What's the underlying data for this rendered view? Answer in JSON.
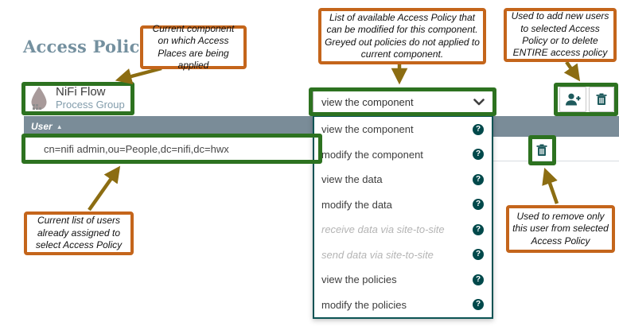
{
  "page": {
    "title": "Access Policies"
  },
  "component": {
    "name": "NiFi Flow",
    "type": "Process Group",
    "icon": "nifi-drop-icon"
  },
  "policy_select": {
    "selected": "view the component",
    "chevron_icon": "chevron-down-icon"
  },
  "policy_options": [
    {
      "label": "view the component",
      "enabled": true
    },
    {
      "label": "modify the component",
      "enabled": true
    },
    {
      "label": "view the data",
      "enabled": true
    },
    {
      "label": "modify the data",
      "enabled": true
    },
    {
      "label": "receive data via site-to-site",
      "enabled": false
    },
    {
      "label": "send data via site-to-site",
      "enabled": false
    },
    {
      "label": "view the policies",
      "enabled": true
    },
    {
      "label": "modify the policies",
      "enabled": true
    }
  ],
  "help_icon": "?",
  "toolbar": {
    "add_user_icon": "user-add-icon",
    "delete_policy_icon": "trash-icon"
  },
  "table": {
    "user_header": "User",
    "sort_indicator": "▲",
    "rows": [
      {
        "user": "cn=nifi admin,ou=People,dc=nifi,dc=hwx"
      }
    ]
  },
  "annotations": {
    "component_note": "Current component on which Access Places are being applied",
    "policy_list_note": "List of available Access Policy that can be modified for this component. Greyed out policies do not applied to current component.",
    "add_delete_note": "Used to add new users to selected Access Policy or to delete ENTIRE access policy",
    "remove_user_note": "Used to remove only this user from selected Access Policy",
    "user_list_note": "Current list of users already assigned to select Access Policy"
  },
  "colors": {
    "accent_teal": "#004849",
    "header_bar": "#7a8c98",
    "highlight_green": "#2d7220",
    "annotation_orange": "#c4651b",
    "arrow_brown": "#8c6d12",
    "heading_blue": "#74909f",
    "disabled_grey": "#b4b4b4"
  }
}
